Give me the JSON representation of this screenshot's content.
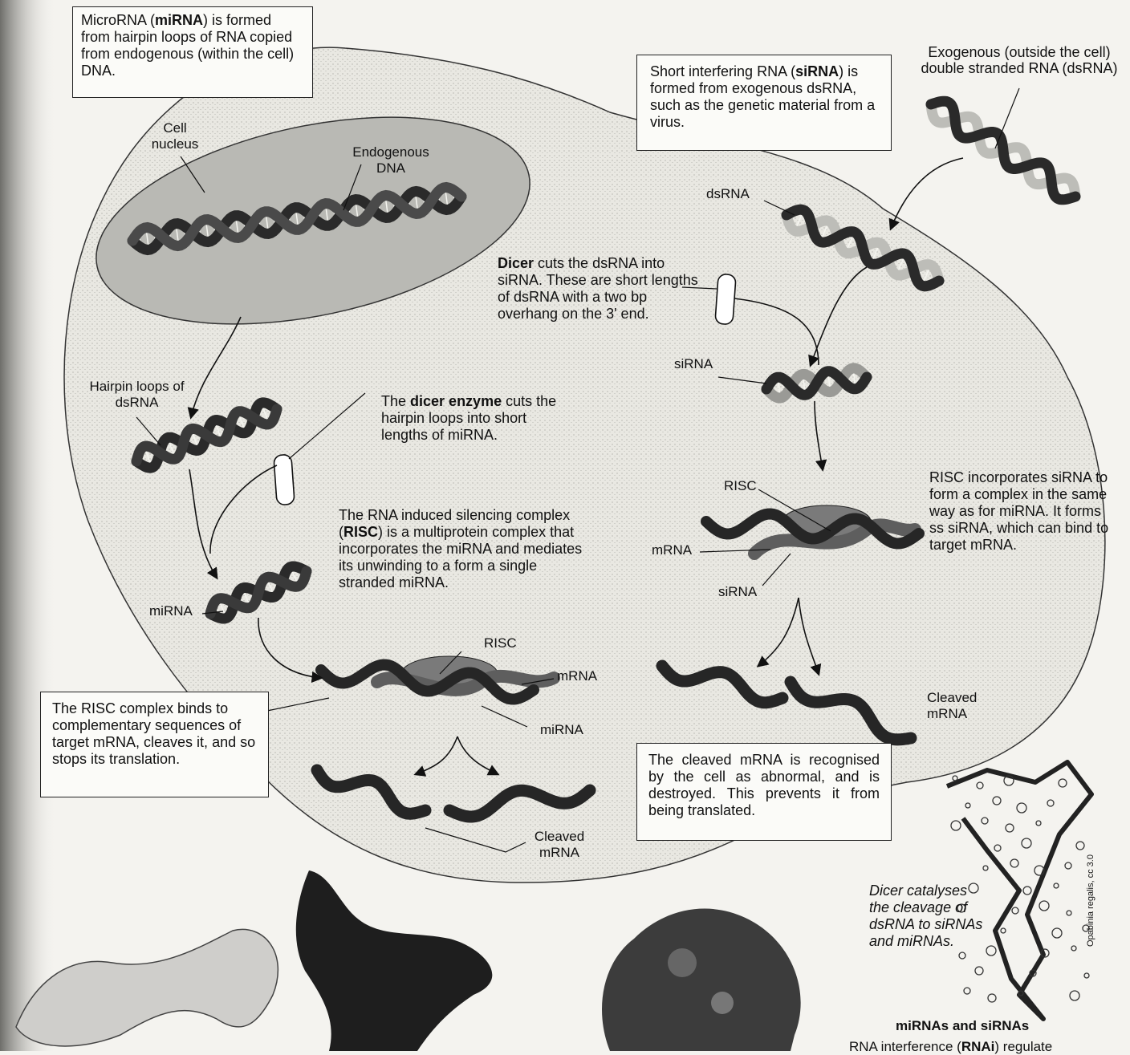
{
  "boxes": {
    "mirna_formed": {
      "pre": "MicroRNA (",
      "bold": "miRNA",
      "post": ") is formed from hairpin loops of RNA copied from endogenous (within the cell) DNA."
    },
    "sirna_formed": {
      "pre": "Short interfering RNA (",
      "bold": "siRNA",
      "post": ") is formed from exogenous dsRNA, such as the genetic material from a virus."
    },
    "risc_binds": "The RISC complex binds to complementary sequences of target mRNA, cleaves it, and so stops its translation.",
    "cleaved_destroyed": "The cleaved mRNA is recognised by the cell as abnormal, and is destroyed. This prevents it from being translated."
  },
  "labels": {
    "cell_nucleus": "Cell nucleus",
    "endogenous_dna": "Endogenous DNA",
    "exogenous": "Exogenous (outside the cell) double stranded RNA (dsRNA)",
    "dsrna": "dsRNA",
    "sirna": "siRNA",
    "hairpin": "Hairpin loops of dsRNA",
    "mirna": "miRNA",
    "risc": "RISC",
    "mrna": "mRNA",
    "cleaved_mrna": "Cleaved mRNA"
  },
  "texts": {
    "dicer_cuts": {
      "bold": "Dicer",
      "post": " cuts the dsRNA into siRNA. These are short lengths of dsRNA with a two bp overhang on the 3' end."
    },
    "dicer_enzyme": {
      "pre": "The ",
      "bold": "dicer enzyme",
      "post": " cuts the hairpin loops into short lengths of miRNA."
    },
    "risc_desc": {
      "pre": "The RNA induced silencing complex (",
      "bold": "RISC",
      "post": ") is a multiprotein complex that incorporates the miRNA and mediates its unwinding to a form a single stranded miRNA."
    },
    "risc_incorporates": "RISC incorporates siRNA to form a complex in the same way as for miRNA. It forms ss siRNA, which can bind to target mRNA.",
    "dicer_catalyses": "Dicer catalyses the cleavage of dsRNA to siRNAs and miRNAs.",
    "credit": "Opabinia regalis, cc 3.0",
    "section_title": "miRNAs and siRNAs",
    "footer_fragment": {
      "pre": "RNA interference (",
      "bold": "RNAi",
      "post": ") regulate"
    }
  },
  "colors": {
    "dna_dark": "#2a2a2a",
    "nucleus_fill": "#b9b9b4",
    "risc_fill": "#7a7a7a"
  }
}
